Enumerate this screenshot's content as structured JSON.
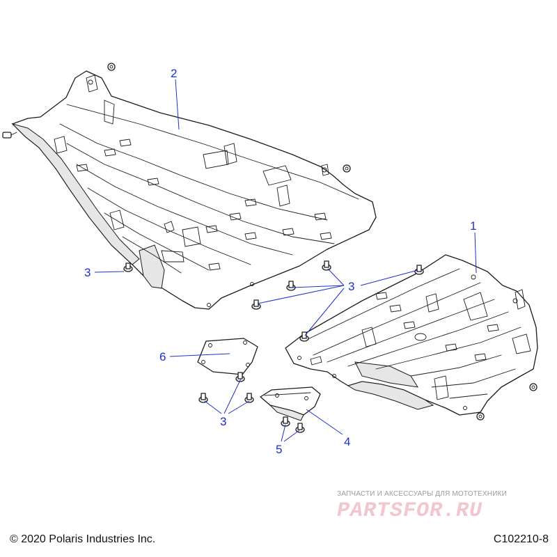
{
  "diagram": {
    "callouts": [
      "2",
      "1",
      "3",
      "3",
      "6",
      "3",
      "4",
      "5"
    ],
    "footer": {
      "copyright": "© 2020 Polaris Industries Inc.",
      "figure_id": "C102210-8"
    },
    "watermark": {
      "tagline": "ЗАПЧАСТИ И АКСЕССУАРЫ ДЛЯ МОТОТЕХНИКИ",
      "logo": "PARTSFOR.RU"
    },
    "colors": {
      "callout": "#1a2fd0",
      "line": "#1a1a1a",
      "watermark_logo": "#f2c6cc"
    }
  }
}
